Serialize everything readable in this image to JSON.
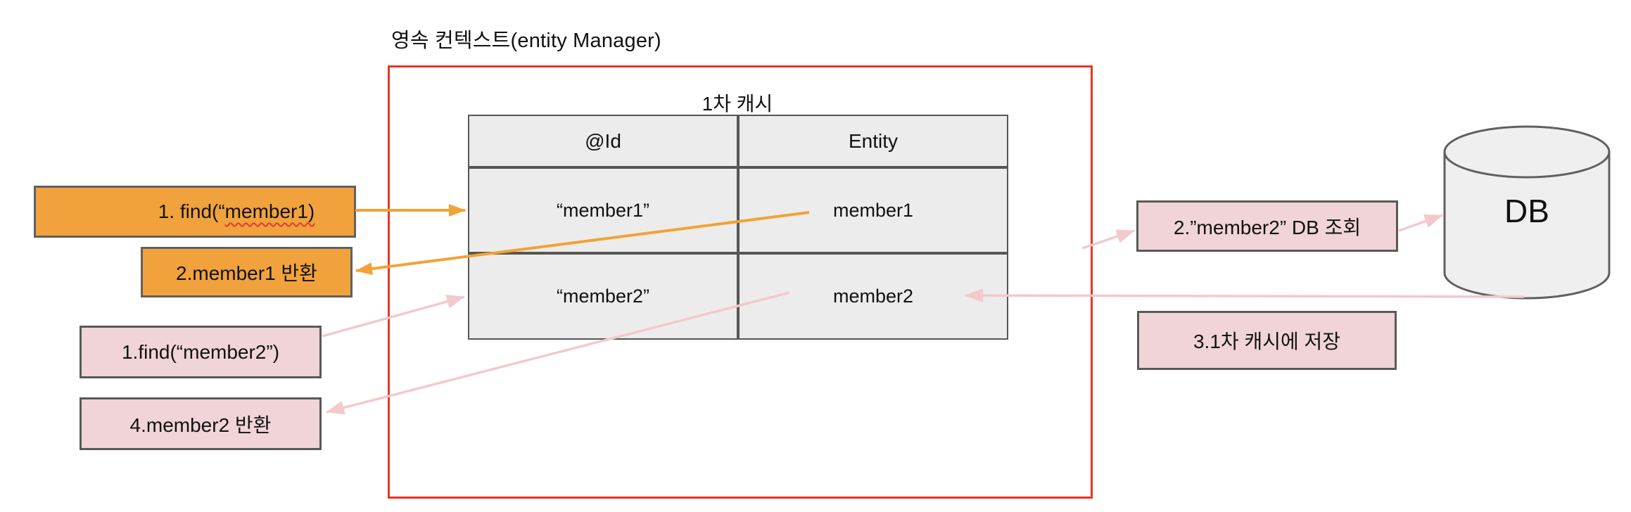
{
  "diagram": {
    "title": "영속 컨텍스트(entity Manager)",
    "cache_label": "1차 캐시",
    "table": {
      "headers": [
        "@Id",
        "Entity"
      ],
      "rows": [
        {
          "id": "“member1”",
          "entity": "member1"
        },
        {
          "id": "“member2”",
          "entity": "member2"
        }
      ]
    },
    "boxes": {
      "find_member1_prefix": "1. find(“",
      "find_member1_squiggle": "member1)",
      "return_member1": "2.member1 반환",
      "find_member2": "1.find(“member2”)",
      "return_member2": "4.member2 반환",
      "db_lookup": "2.”member2” DB 조회",
      "cache_store": "3.1차 캐시에 저장"
    },
    "db_label": "DB",
    "colors": {
      "orange_box": "#F1A23C",
      "orange_arrow": "#F2A236",
      "pink_box": "#F0D4D7",
      "pink_arrow": "#F2C9CC",
      "red_boundary": "#EA3323",
      "table_fill": "#ECECEC",
      "stroke_gray": "#565656",
      "db_fill": "#EFEFEF"
    }
  }
}
